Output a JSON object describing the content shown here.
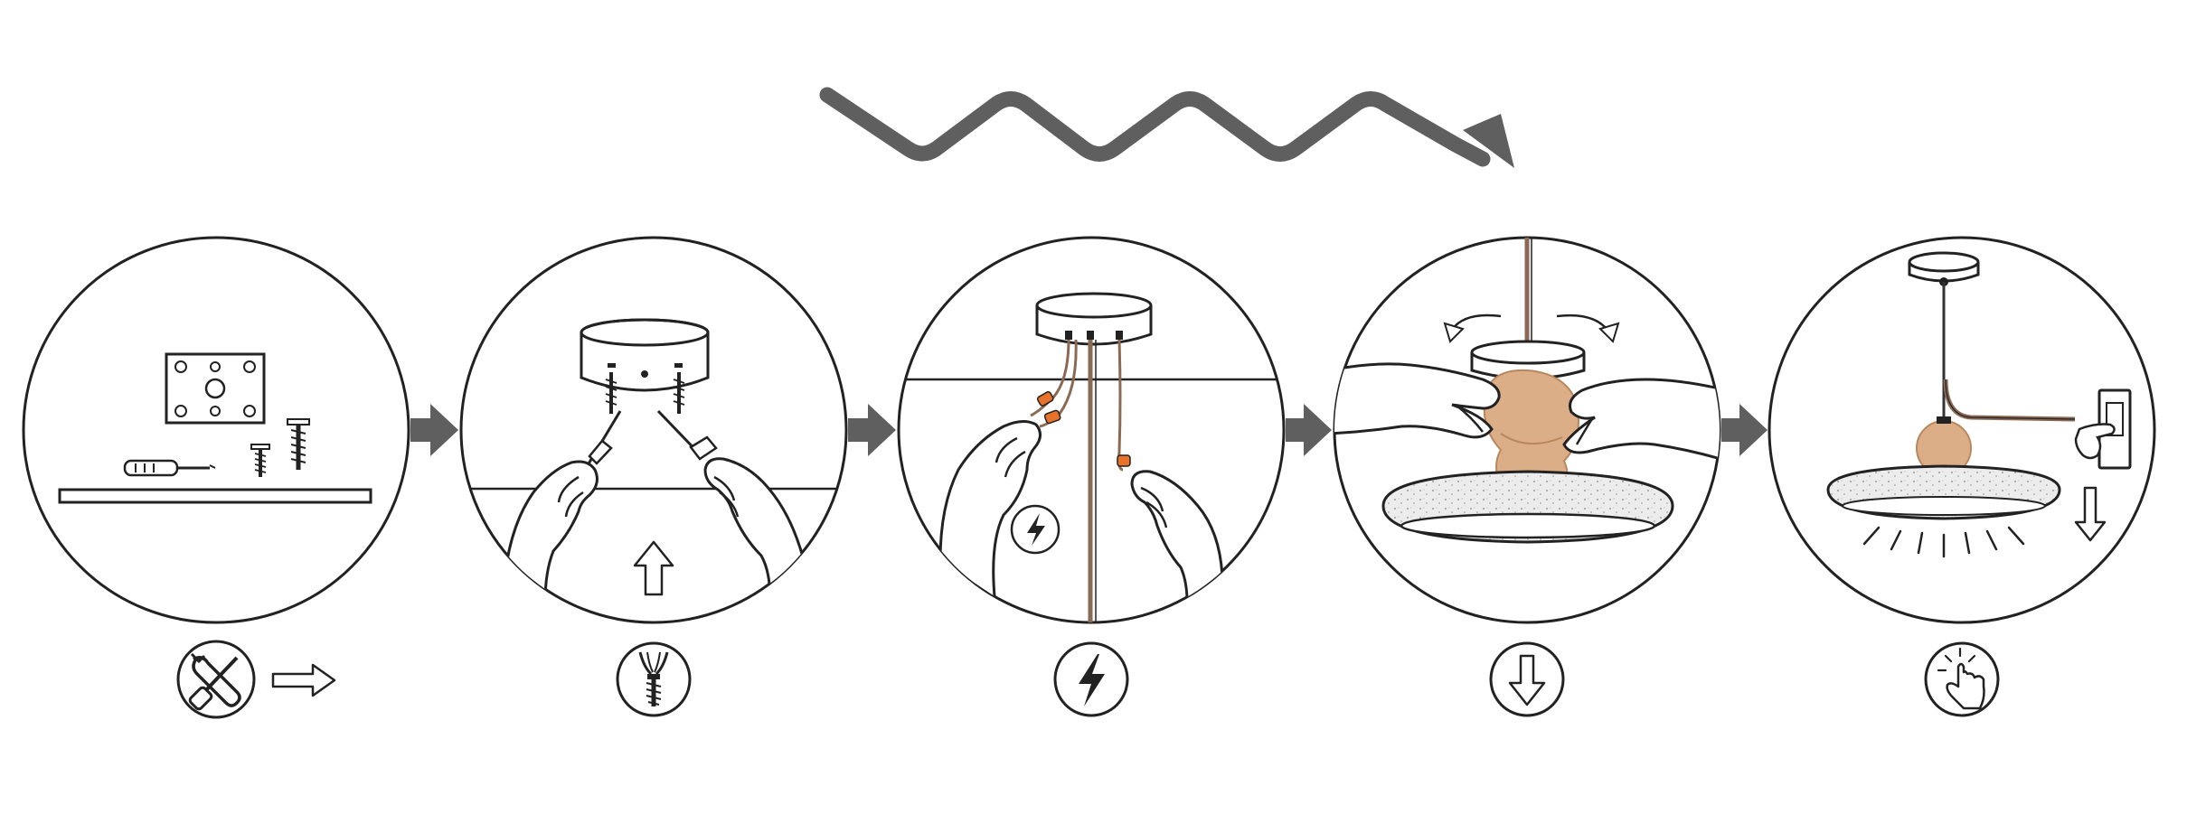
{
  "colors": {
    "line": "#222222",
    "arrow": "#5f5f5f",
    "wood": "#dcae87",
    "wood_dark": "#b9875e",
    "orange": "#e8712c",
    "cord": "#8a6a55",
    "shade": "#e6e6e6",
    "background": "#ffffff"
  },
  "steps": [
    {
      "scene": "tools-and-parts",
      "icons": [
        "tools-icon",
        "arrow-right-icon"
      ]
    },
    {
      "scene": "mount-ceiling-plate",
      "icons": [
        "screw-anchor-icon"
      ]
    },
    {
      "scene": "connect-wires",
      "icons": [
        "lightning-icon"
      ]
    },
    {
      "scene": "attach-shade",
      "icons": [
        "arrow-down-icon"
      ]
    },
    {
      "scene": "switch-on-light",
      "icons": [
        "touch-finger-icon"
      ]
    }
  ]
}
